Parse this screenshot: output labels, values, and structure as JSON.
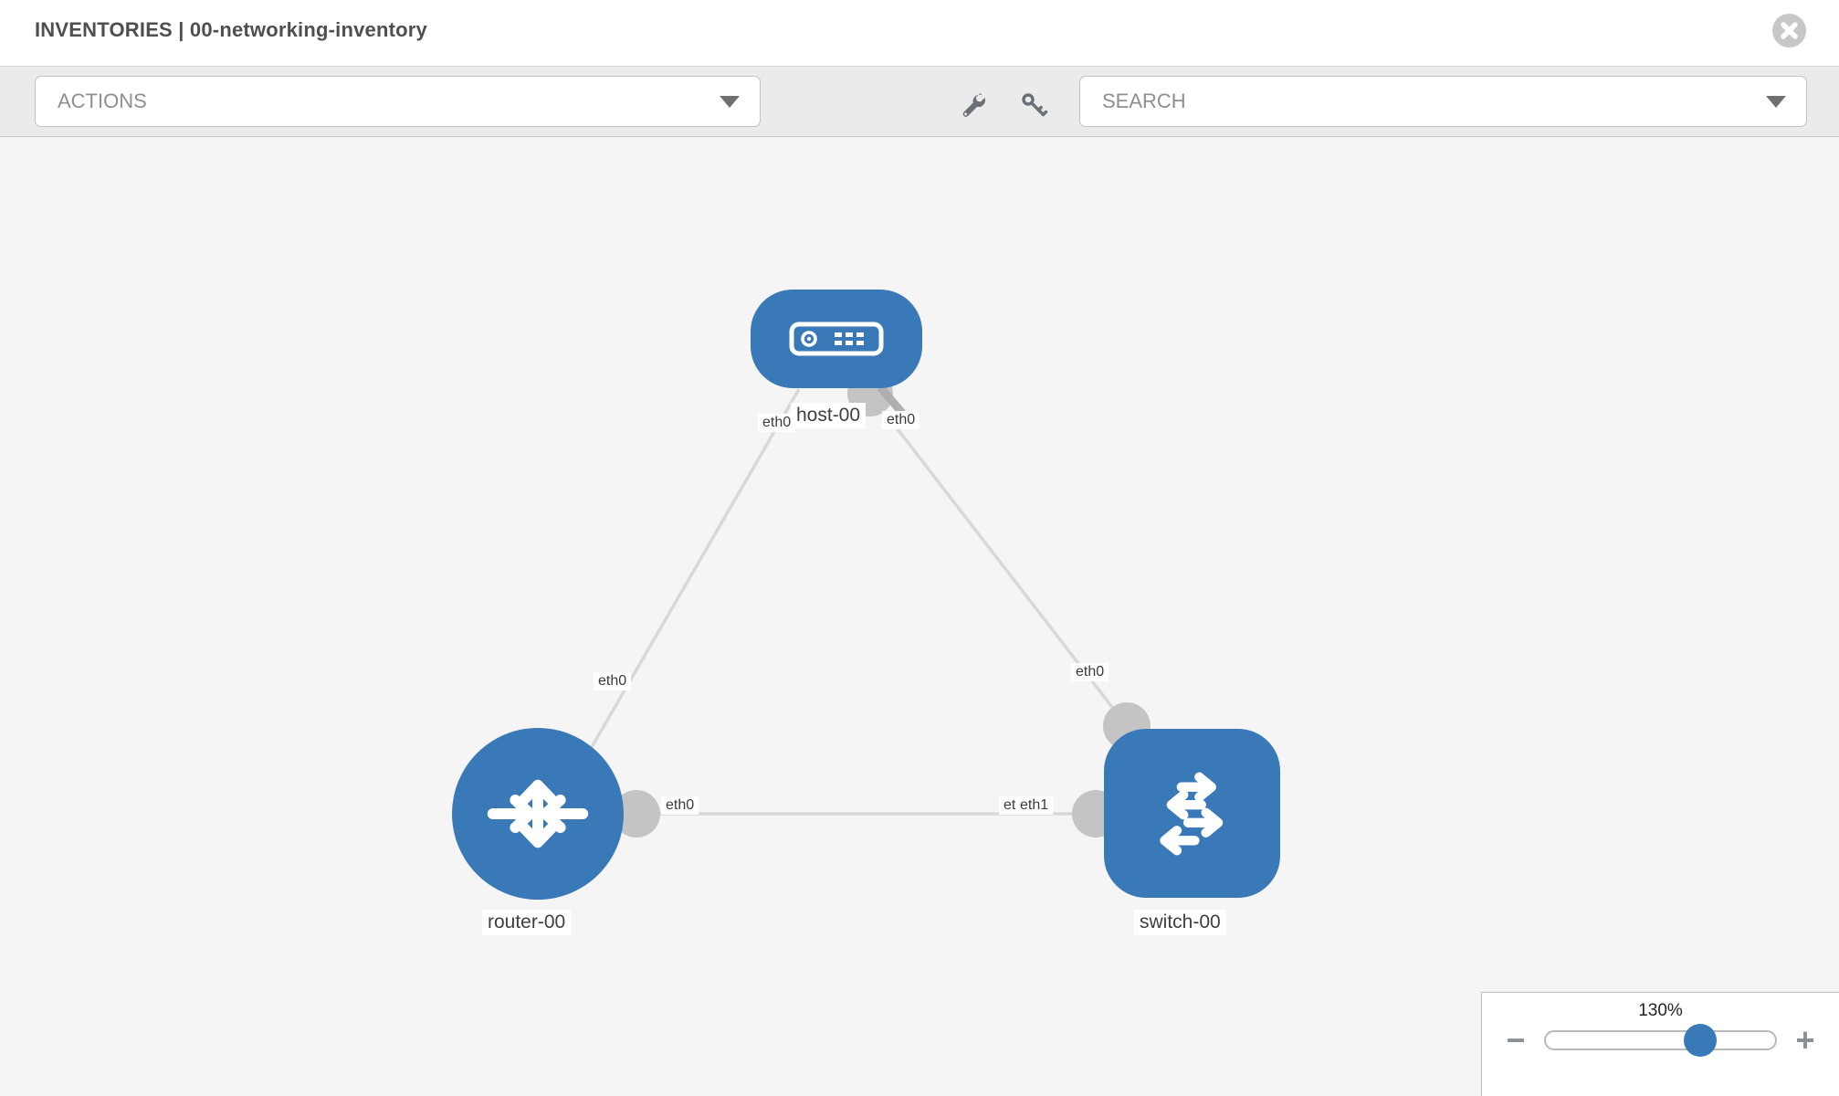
{
  "header": {
    "title": "INVENTORIES | 00-networking-inventory",
    "close_icon": "x-circle"
  },
  "toolbar": {
    "actions_label": "ACTIONS",
    "search_placeholder": "SEARCH",
    "icons": [
      "wrench-icon",
      "key-icon"
    ]
  },
  "diagram": {
    "nodes": [
      {
        "id": "host-00",
        "type": "host",
        "label": "host-00"
      },
      {
        "id": "router-00",
        "type": "router",
        "label": "router-00"
      },
      {
        "id": "switch-00",
        "type": "switch",
        "label": "switch-00"
      }
    ],
    "links": [
      {
        "from": "router-00",
        "to": "host-00",
        "from_interface": "eth0",
        "to_interface": "eth0"
      },
      {
        "from": "host-00",
        "to": "switch-00",
        "from_interface": "eth0",
        "to_interface": "eth0"
      },
      {
        "from": "router-00",
        "to": "switch-00",
        "from_interface": "eth0",
        "to_interface": "eth1",
        "to_interface_underlay": "eth0"
      }
    ]
  },
  "zoom_control": {
    "level": "130%",
    "decrease": "−",
    "increase": "+"
  },
  "colors": {
    "node_blue": "#3a79b7",
    "link_gray": "#d8d8d8",
    "endpoint_gray": "#c4c4c4",
    "toolbar_gray": "#ebebeb",
    "canvas_gray": "#f5f5f6"
  }
}
